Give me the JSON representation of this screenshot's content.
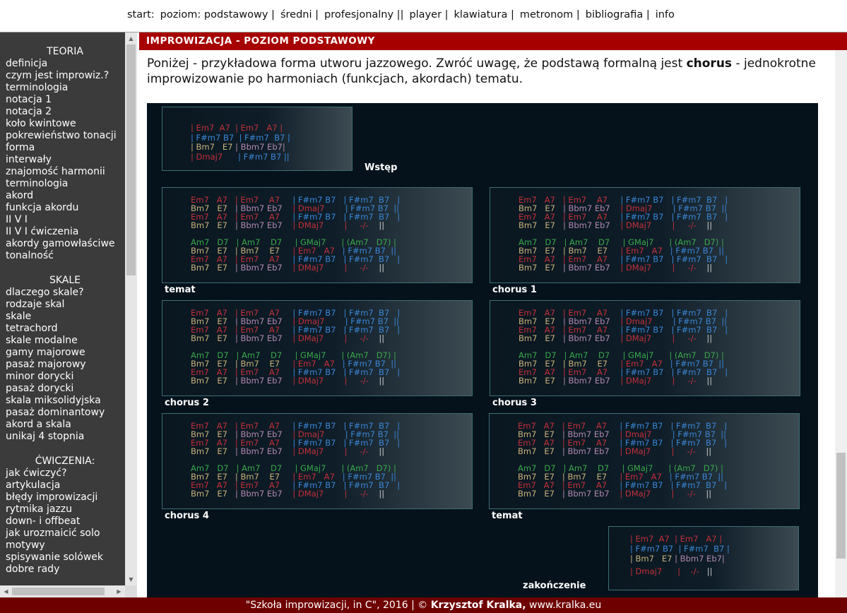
{
  "topnav": [
    "start:",
    "poziom: podstawowy |",
    "średni |",
    "profesjonalny ||",
    "player |",
    "klawiatura |",
    "metronom |",
    "bibliografia |",
    "info"
  ],
  "sidebar": {
    "teoria_head": "TEORIA",
    "teoria": [
      "definicja",
      "czym jest improwiz.?",
      "terminologia",
      "notacja 1",
      "notacja 2",
      "koło kwintowe",
      "pokrewieństwo tonacji",
      "forma",
      "interwały",
      "znajomość harmonii",
      "terminologia",
      "akord",
      "funkcja akordu",
      "II V I",
      "II V I ćwiczenia",
      "akordy gamowłaściwe",
      "tonalność"
    ],
    "skale_head": "SKALE",
    "skale": [
      "dlaczego skale?",
      "rodzaje skal",
      "skale",
      "tetrachord",
      "skale modalne",
      "gamy majorowe",
      "pasaż majorowy",
      "minor dorycki",
      "pasaż dorycki",
      "skala miksolidyjska",
      "pasaż dominantowy",
      "akord a skala",
      "unikaj 4 stopnia"
    ],
    "cwiczenia_head": "ĆWICZENIA:",
    "cwiczenia": [
      "jak ćwiczyć?",
      "artykulacja",
      "błędy improwizacji",
      "rytmika jazzu",
      "down- i offbeat",
      "jak urozmaicić solo",
      "motywy",
      "spisywanie solówek",
      "dobre rady"
    ]
  },
  "content": {
    "title": "IMPROWIZACJA - POZIOM PODSTAWOWY",
    "intro_pre": "Poniżej - przykładowa forma utworu jazzowego. Zwróć uwagę, że podstawą formalną jest ",
    "intro_bold": "chorus",
    "intro_post": " - jednokrotne improwizowanie po harmoniach (funkcjach, akordach) tematu."
  },
  "chart": {
    "intro_label": "Wstęp",
    "outro_label": "zakończenie",
    "box_labels": [
      "temat",
      "chorus 1",
      "chorus 2",
      "chorus 3",
      "chorus 4",
      "temat"
    ],
    "intro_rows": [
      [
        [
          "c-red",
          "| Em7  A7  | Em7   A7 |"
        ]
      ],
      [
        [
          "c-blue",
          "| F#m7 B7  | F#m7  B7 |"
        ]
      ],
      [
        [
          "c-tan",
          "| Bm7   E7 "
        ],
        [
          "c-purple",
          "| Bbm7 Eb7|"
        ]
      ],
      [
        [
          "c-red",
          "| Dmaj7      "
        ],
        [
          "c-blue",
          "| F#m7 B7 ||"
        ]
      ]
    ],
    "outro_rows": [
      [
        [
          "c-red",
          "| Em7  A7  | Em7   A7 |"
        ]
      ],
      [
        [
          "c-blue",
          "| F#m7 B7  | F#m7  B7 |"
        ]
      ],
      [
        [
          "c-tan",
          "| Bm7   E7 "
        ],
        [
          "c-purple",
          "| Bbm7 Eb7|"
        ]
      ],
      [
        [
          "c-red",
          "| Dmaj7      |    -/-   "
        ],
        [
          "c-gray",
          "||"
        ]
      ]
    ],
    "chorus_rows": [
      [
        [
          "c-red",
          "Em7   A7   | Em7    A7     "
        ],
        [
          "c-blue",
          "| F#m7 B7   | F#m7  B7   |"
        ]
      ],
      [
        [
          "c-tan",
          "Bm7   E7   "
        ],
        [
          "c-purple",
          "| Bbm7 Eb7    "
        ],
        [
          "c-red",
          "| Dmaj7        "
        ],
        [
          "c-blue",
          "| F#m7 B7  ||"
        ]
      ],
      [
        [
          "c-red",
          "Em7   A7   | Em7    A7     "
        ],
        [
          "c-blue",
          "| F#m7 B7   | F#m7  B7   |"
        ]
      ],
      [
        [
          "c-tan",
          "Bm7   E7   "
        ],
        [
          "c-purple",
          "| Bbm7 Eb7    "
        ],
        [
          "c-red",
          "| DMaj7        |     -/-    "
        ],
        [
          "c-gray",
          "||"
        ]
      ],
      [
        [
          "c-green",
          "Am7   D7   | Am7    D7     | GMaj7      | (Am7   D7) |"
        ]
      ],
      [
        [
          "c-tan",
          "Bm7   E7   | Bm7    E7     "
        ],
        [
          "c-red",
          "| Em7   A7   "
        ],
        [
          "c-blue",
          "| F#m7 B7  ||"
        ]
      ],
      [
        [
          "c-red",
          "Em7   A7   | Em7    A7     "
        ],
        [
          "c-blue",
          "| F#m7 B7   | F#m7  B7   |"
        ]
      ],
      [
        [
          "c-tan",
          "Bm7   E7   "
        ],
        [
          "c-purple",
          "| Bbm7 Eb7    "
        ],
        [
          "c-red",
          "| DMaj7        |     -/-    "
        ],
        [
          "c-gray",
          "||"
        ]
      ]
    ]
  },
  "footer": {
    "pre": "\"Szkoła improwizacji, in C\", 2016 | © ",
    "bold": "Krzysztof Kralka,",
    "post": " www.kralka.eu"
  }
}
